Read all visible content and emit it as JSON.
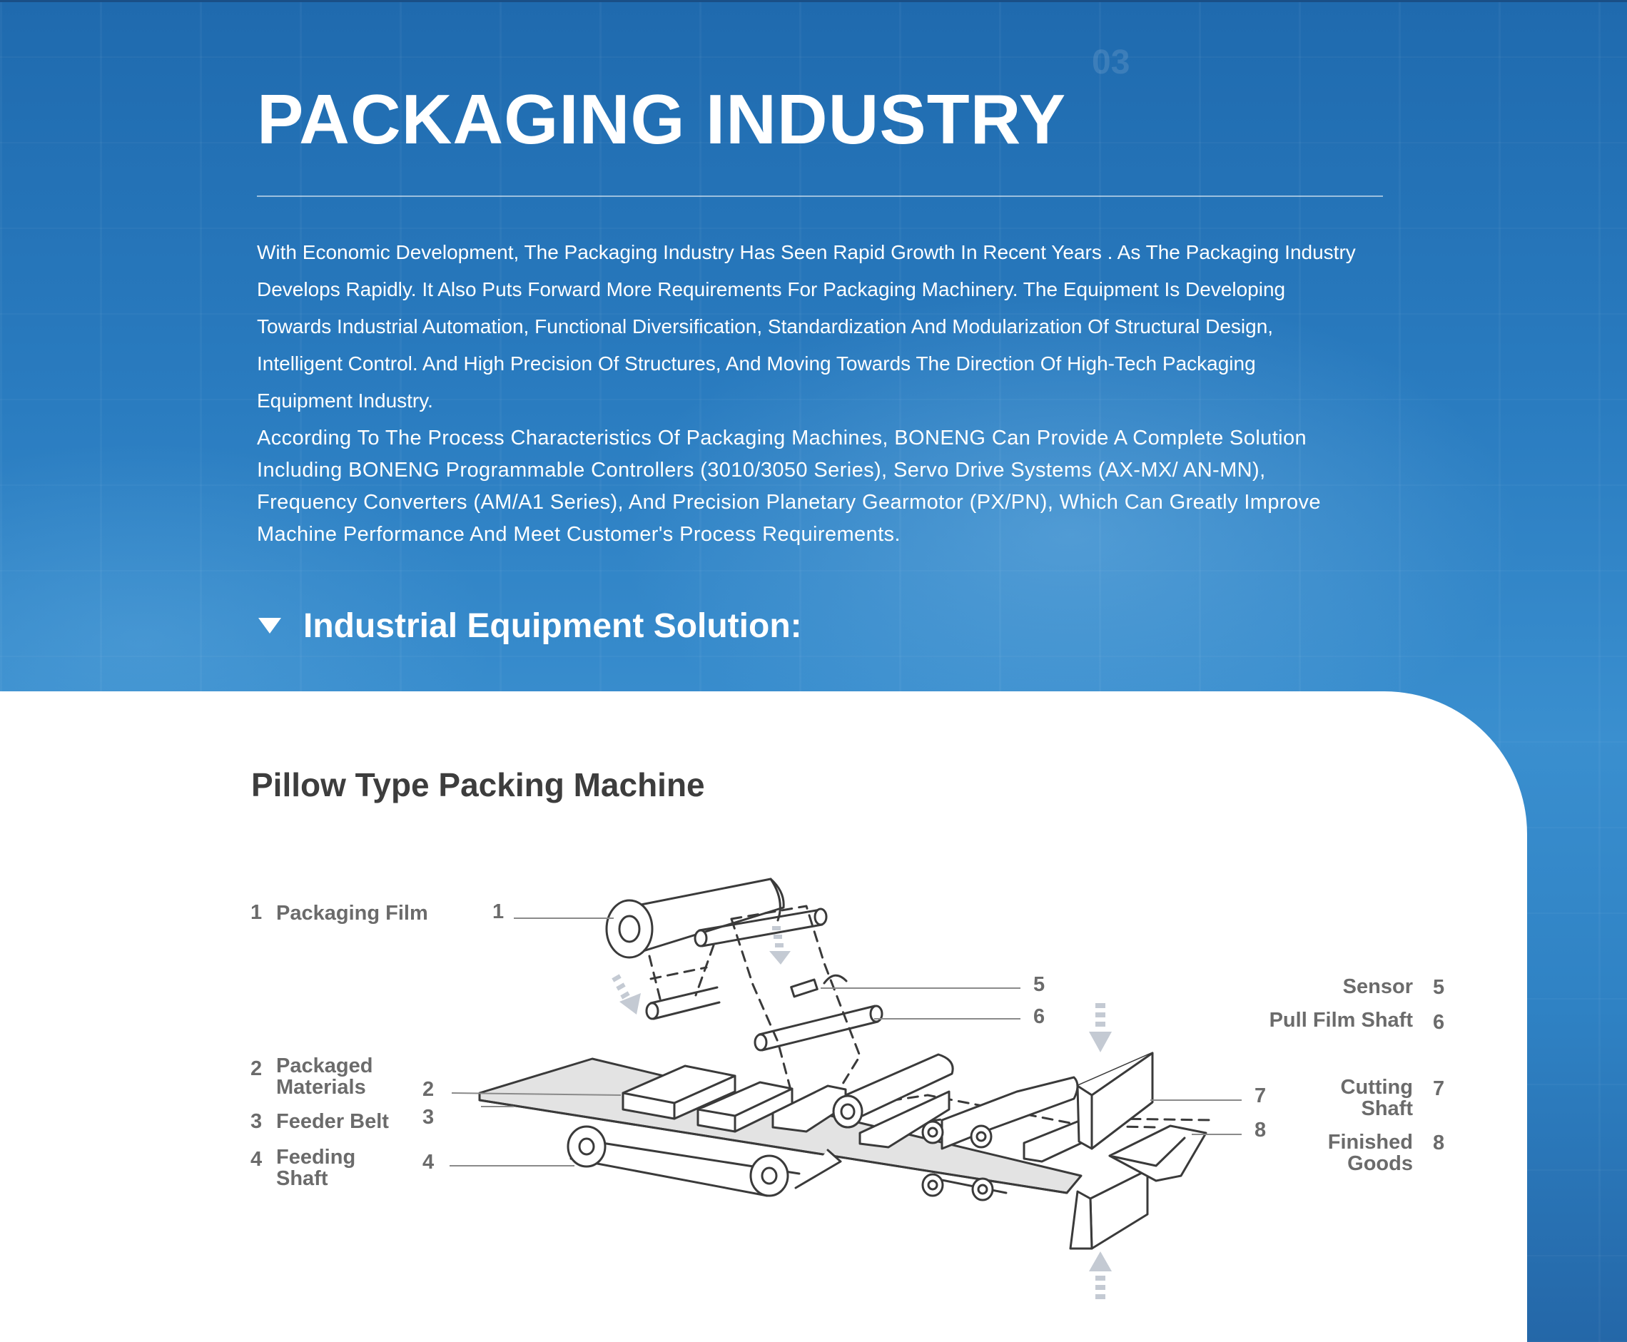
{
  "hero": {
    "title": "PACKAGING INDUSTRY",
    "paragraph_1": "With Economic Development, The Packaging Industry Has Seen Rapid Growth In Recent Years . As The Packaging Industry Develops Rapidly. It Also Puts Forward More Requirements For Packaging Machinery. The Equipment Is Developing Towards Industrial Automation, Functional Diversification, Standardization And Modularization Of Structural Design, Intelligent Control. And High Precision Of Structures, And Moving Towards The Direction Of High-Tech Packaging Equipment Industry.",
    "paragraph_2": "According To The Process Characteristics Of Packaging Machines, BONENG Can Provide A Complete Solution Including BONENG Programmable Controllers (3010/3050 Series), Servo Drive Systems (AX-MX/ AN-MN), Frequency Converters (AM/A1 Series), And Precision Planetary Gearmotor (PX/PN), Which Can Greatly Improve Machine Performance And Meet Customer's Process Requirements.",
    "section_title": "Industrial Equipment Solution:",
    "section_icon": "caret-down-icon",
    "background_mark": "03"
  },
  "card": {
    "title": "Pillow Type Packing Machine",
    "left_labels": [
      {
        "num": "1",
        "text": "Packaging Film"
      },
      {
        "num": "2",
        "text": "Packaged Materials"
      },
      {
        "num": "3",
        "text": "Feeder Belt"
      },
      {
        "num": "4",
        "text": "Feeding Shaft"
      }
    ],
    "right_labels": [
      {
        "num": "5",
        "text": "Sensor"
      },
      {
        "num": "6",
        "text": "Pull Film Shaft"
      },
      {
        "num": "7",
        "text": "Cutting Shaft"
      },
      {
        "num": "8",
        "text": "Finished Goods"
      }
    ],
    "callouts": [
      "1",
      "2",
      "3",
      "4",
      "5",
      "6",
      "7",
      "8"
    ]
  },
  "colors": {
    "hero_blue": "#2a7cc0",
    "label_gray": "#6b6b6b",
    "title_gray": "#3d3d3d",
    "arrow_gray": "#c4cad3"
  }
}
